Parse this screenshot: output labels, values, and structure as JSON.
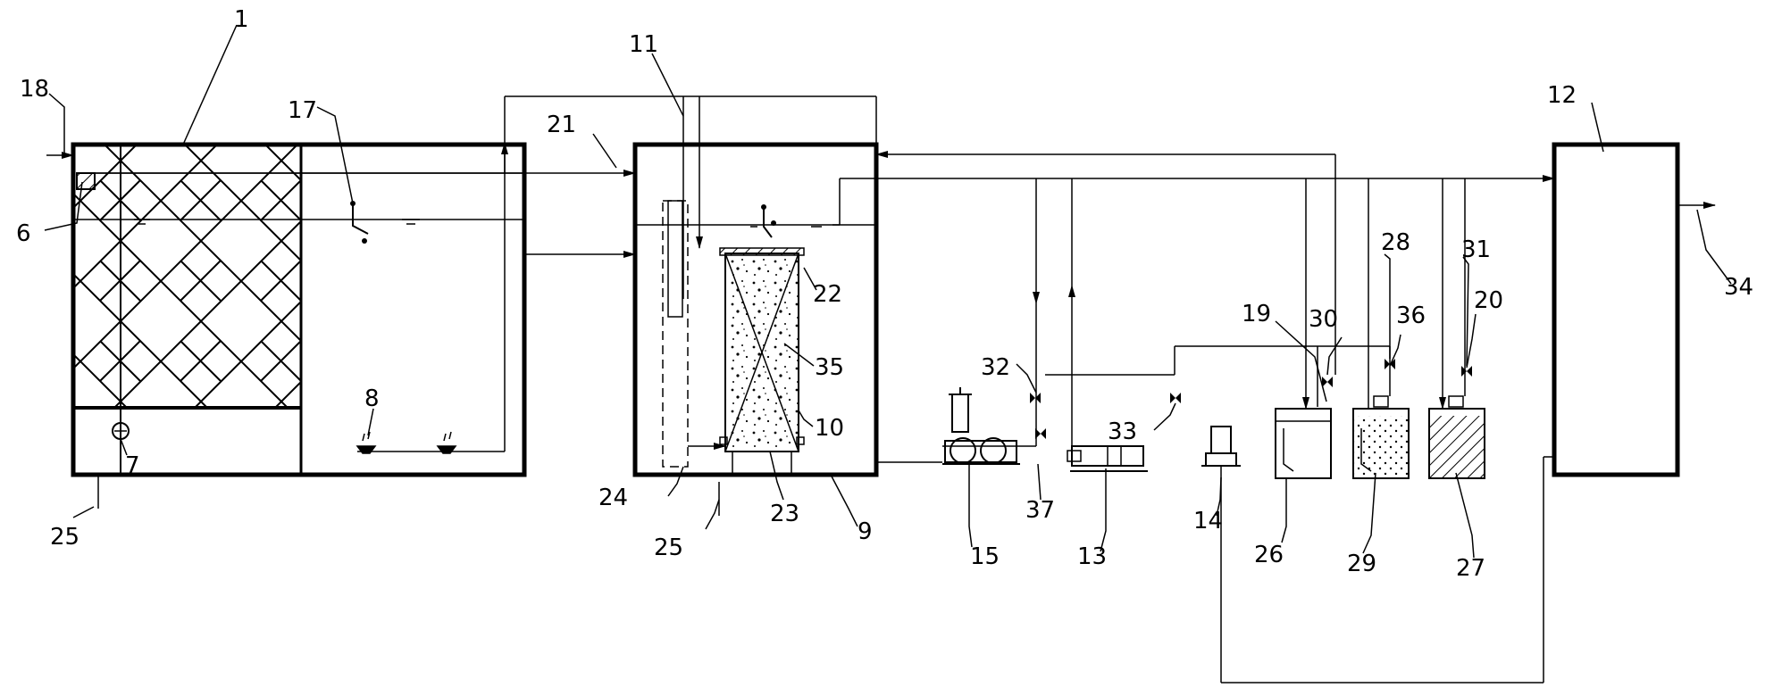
{
  "labels": {
    "l1": "1",
    "l6": "6",
    "l7": "7",
    "l8": "8",
    "l9": "9",
    "l10": "10",
    "l11": "11",
    "l12": "12",
    "l13": "13",
    "l14": "14",
    "l15": "15",
    "l17": "17",
    "l18": "18",
    "l19": "19",
    "l20": "20",
    "l21": "21",
    "l22": "22",
    "l23": "23",
    "l24": "24",
    "l25a": "25",
    "l25b": "25",
    "l26": "26",
    "l27": "27",
    "l28": "28",
    "l29": "29",
    "l30": "30",
    "l31": "31",
    "l32": "32",
    "l33": "33",
    "l34": "34",
    "l35": "35",
    "l36": "36",
    "l37": "37"
  },
  "colors": {
    "line": "#000000",
    "background": "#ffffff"
  },
  "icons": [
    "valve-icon",
    "pump-icon",
    "blower-icon",
    "aerator-icon",
    "mixer-icon",
    "screen-icon"
  ]
}
